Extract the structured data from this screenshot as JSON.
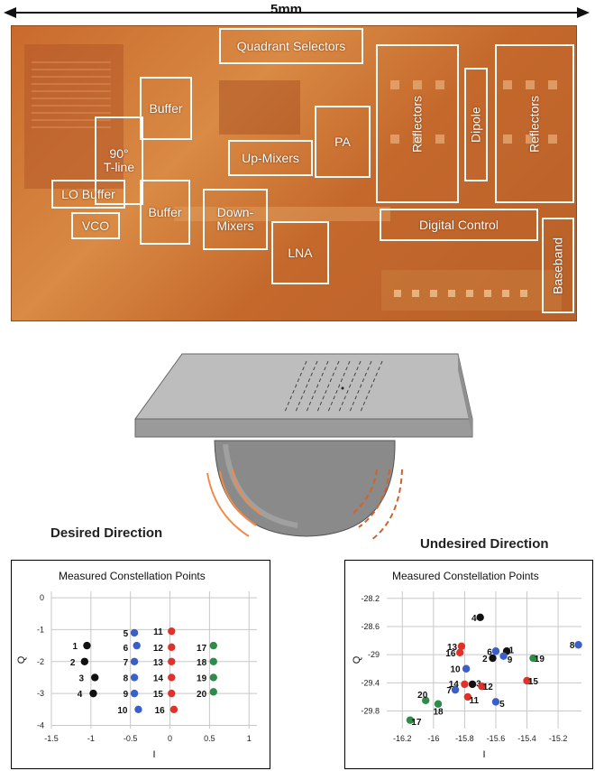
{
  "die": {
    "dimension": "5mm",
    "blocks": [
      {
        "key": "quadrant-selectors",
        "label": "Quadrant Selectors"
      },
      {
        "key": "buffer-top",
        "label": "Buffer"
      },
      {
        "key": "t-line",
        "label": "90°\nT-line"
      },
      {
        "key": "up-mixers",
        "label": "Up-Mixers"
      },
      {
        "key": "pa",
        "label": "PA"
      },
      {
        "key": "reflectors-left",
        "label": "Reflectors"
      },
      {
        "key": "dipole",
        "label": "Dipole"
      },
      {
        "key": "reflectors-right",
        "label": "Reflectors"
      },
      {
        "key": "lo-buffer",
        "label": "LO Buffer"
      },
      {
        "key": "vco",
        "label": "VCO"
      },
      {
        "key": "buffer-bottom",
        "label": "Buffer"
      },
      {
        "key": "down-mixers",
        "label": "Down-\nMixers"
      },
      {
        "key": "lna",
        "label": "LNA"
      },
      {
        "key": "digital-control",
        "label": "Digital Control"
      },
      {
        "key": "baseband",
        "label": "Baseband"
      }
    ]
  },
  "labels": {
    "desired": "Desired Direction",
    "undesired": "Undesired Direction"
  },
  "colors": {
    "black": "#111111",
    "blue": "#3a5fc8",
    "red": "#e0312a",
    "green": "#2e8b4a"
  },
  "chart_data": [
    {
      "type": "scatter",
      "title": "Measured Constellation Points",
      "xlabel": "I",
      "ylabel": "Q",
      "xlim": [
        -1.5,
        1.1
      ],
      "ylim": [
        -4.1,
        0.2
      ],
      "xticks": [
        -1.5,
        -1,
        -0.5,
        0,
        0.5,
        1
      ],
      "yticks": [
        0,
        -1,
        -2,
        -3,
        -4
      ],
      "grid": true,
      "points": [
        {
          "id": "1",
          "x": -1.05,
          "y": -1.5,
          "color": "black",
          "lx": -1.2,
          "ly": -1.5
        },
        {
          "id": "2",
          "x": -1.08,
          "y": -2.0,
          "color": "black",
          "lx": -1.23,
          "ly": -2.0
        },
        {
          "id": "3",
          "x": -0.95,
          "y": -2.5,
          "color": "black",
          "lx": -1.12,
          "ly": -2.5
        },
        {
          "id": "4",
          "x": -0.97,
          "y": -3.0,
          "color": "black",
          "lx": -1.14,
          "ly": -3.0
        },
        {
          "id": "5",
          "x": -0.45,
          "y": -1.1,
          "color": "blue",
          "lx": -0.56,
          "ly": -1.1
        },
        {
          "id": "6",
          "x": -0.42,
          "y": -1.5,
          "color": "blue",
          "lx": -0.56,
          "ly": -1.55
        },
        {
          "id": "7",
          "x": -0.45,
          "y": -2.0,
          "color": "blue",
          "lx": -0.56,
          "ly": -2.0
        },
        {
          "id": "8",
          "x": -0.45,
          "y": -2.5,
          "color": "blue",
          "lx": -0.56,
          "ly": -2.5
        },
        {
          "id": "9",
          "x": -0.45,
          "y": -3.0,
          "color": "blue",
          "lx": -0.56,
          "ly": -3.0
        },
        {
          "id": "10",
          "x": -0.4,
          "y": -3.5,
          "color": "blue",
          "lx": -0.6,
          "ly": -3.5
        },
        {
          "id": "11",
          "x": 0.02,
          "y": -1.05,
          "color": "red",
          "lx": -0.15,
          "ly": -1.05
        },
        {
          "id": "12",
          "x": 0.02,
          "y": -1.55,
          "color": "red",
          "lx": -0.15,
          "ly": -1.55
        },
        {
          "id": "13",
          "x": 0.02,
          "y": -2.0,
          "color": "red",
          "lx": -0.15,
          "ly": -2.0
        },
        {
          "id": "14",
          "x": 0.02,
          "y": -2.5,
          "color": "red",
          "lx": -0.15,
          "ly": -2.5
        },
        {
          "id": "15",
          "x": 0.02,
          "y": -3.0,
          "color": "red",
          "lx": -0.15,
          "ly": -3.0
        },
        {
          "id": "16",
          "x": 0.05,
          "y": -3.5,
          "color": "red",
          "lx": -0.13,
          "ly": -3.5
        },
        {
          "id": "17",
          "x": 0.55,
          "y": -1.5,
          "color": "green",
          "lx": 0.4,
          "ly": -1.55
        },
        {
          "id": "18",
          "x": 0.55,
          "y": -2.0,
          "color": "green",
          "lx": 0.4,
          "ly": -2.0
        },
        {
          "id": "19",
          "x": 0.55,
          "y": -2.5,
          "color": "green",
          "lx": 0.4,
          "ly": -2.5
        },
        {
          "id": "20",
          "x": 0.55,
          "y": -2.95,
          "color": "green",
          "lx": 0.4,
          "ly": -3.0
        }
      ]
    },
    {
      "type": "scatter",
      "title": "Measured Constellation Points",
      "xlabel": "I",
      "ylabel": "Q",
      "xlim": [
        -16.3,
        -15.05
      ],
      "ylim": [
        -30.05,
        -28.1
      ],
      "xticks": [
        -16.2,
        -16.0,
        -15.8,
        -15.6,
        -15.4,
        -15.2
      ],
      "yticks": [
        -28.2,
        -28.6,
        -29.0,
        -29.4,
        -29.8
      ],
      "grid": true,
      "points": [
        {
          "id": "1",
          "x": -15.53,
          "y": -28.95,
          "color": "black",
          "lx": -15.5,
          "ly": -28.93
        },
        {
          "id": "2",
          "x": -15.62,
          "y": -29.05,
          "color": "black",
          "lx": -15.67,
          "ly": -29.05
        },
        {
          "id": "3",
          "x": -15.75,
          "y": -29.42,
          "color": "black",
          "lx": -15.71,
          "ly": -29.4
        },
        {
          "id": "4",
          "x": -15.7,
          "y": -28.47,
          "color": "black",
          "lx": -15.74,
          "ly": -28.47
        },
        {
          "id": "5",
          "x": -15.6,
          "y": -29.67,
          "color": "blue",
          "lx": -15.56,
          "ly": -29.69
        },
        {
          "id": "6",
          "x": -15.6,
          "y": -28.95,
          "color": "blue",
          "lx": -15.64,
          "ly": -28.95
        },
        {
          "id": "7",
          "x": -15.86,
          "y": -29.5,
          "color": "blue",
          "lx": -15.9,
          "ly": -29.5
        },
        {
          "id": "8",
          "x": -15.07,
          "y": -28.86,
          "color": "blue",
          "lx": -15.11,
          "ly": -28.86
        },
        {
          "id": "9",
          "x": -15.55,
          "y": -29.02,
          "color": "blue",
          "lx": -15.51,
          "ly": -29.06
        },
        {
          "id": "10",
          "x": -15.79,
          "y": -29.2,
          "color": "blue",
          "lx": -15.86,
          "ly": -29.2
        },
        {
          "id": "11",
          "x": -15.78,
          "y": -29.6,
          "color": "red",
          "lx": -15.74,
          "ly": -29.64
        },
        {
          "id": "12",
          "x": -15.69,
          "y": -29.45,
          "color": "red",
          "lx": -15.65,
          "ly": -29.45
        },
        {
          "id": "13",
          "x": -15.82,
          "y": -28.88,
          "color": "red",
          "lx": -15.88,
          "ly": -28.88
        },
        {
          "id": "14",
          "x": -15.8,
          "y": -29.42,
          "color": "red",
          "lx": -15.87,
          "ly": -29.41
        },
        {
          "id": "15",
          "x": -15.4,
          "y": -29.37,
          "color": "red",
          "lx": -15.36,
          "ly": -29.37
        },
        {
          "id": "16",
          "x": -15.83,
          "y": -28.97,
          "color": "red",
          "lx": -15.89,
          "ly": -28.97
        },
        {
          "id": "17",
          "x": -16.15,
          "y": -29.93,
          "color": "green",
          "lx": -16.11,
          "ly": -29.95
        },
        {
          "id": "18",
          "x": -15.97,
          "y": -29.7,
          "color": "green",
          "lx": -15.97,
          "ly": -29.8
        },
        {
          "id": "19",
          "x": -15.36,
          "y": -29.05,
          "color": "green",
          "lx": -15.32,
          "ly": -29.05
        },
        {
          "id": "20",
          "x": -16.05,
          "y": -29.65,
          "color": "green",
          "lx": -16.07,
          "ly": -29.56
        }
      ]
    }
  ]
}
